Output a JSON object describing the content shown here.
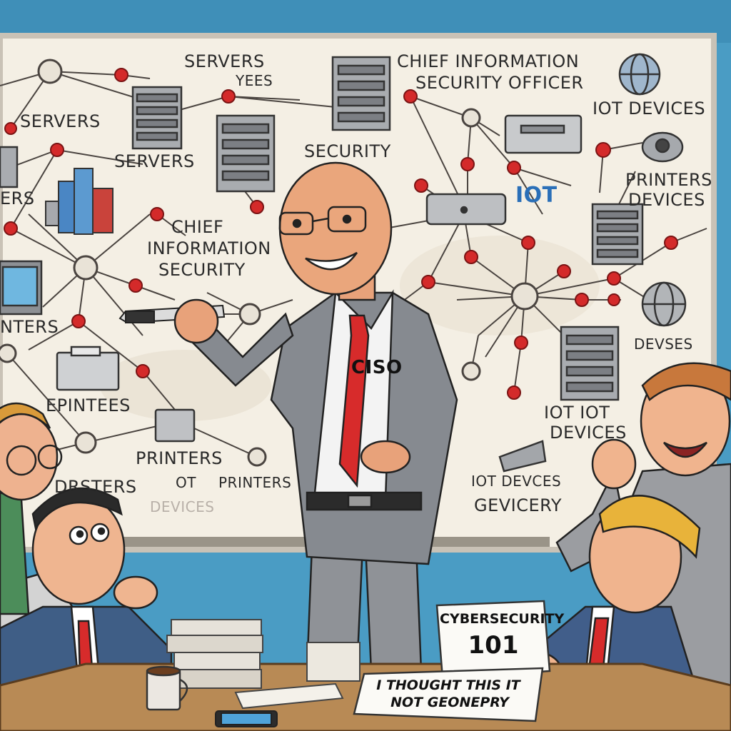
{
  "whiteboard": {
    "labels": {
      "servers_top": "SERVERS",
      "yees": "YEES",
      "ciso_title_1": "CHIEF INFORMATION",
      "ciso_title_2": "SECURITY OFFICER",
      "servers_left": "SERVERS",
      "servers_mid": "SERVERS",
      "security": "SECURITY",
      "iot_devices_top": "IOT DEVICES",
      "iot": "IOT",
      "printers_devices_1": "PRINTERS",
      "printers_devices_2": "DEVICES",
      "ers": "ERS",
      "chief_1": "CHIEF",
      "chief_2": "INFORMATION",
      "chief_3": "SECURITY",
      "nters": "NTERS",
      "devses": "DEVSES",
      "epintees": "EPINTEES",
      "iot_iot_1": "IOT IOT",
      "iot_iot_2": "DEVICES",
      "printers_mid": "PRINTERS",
      "drsters": "DRSTERS",
      "ot": "OT",
      "printers_low": "PRINTERS",
      "devices_faint": "DEVICES",
      "iot_devces": "IOT DEVCES",
      "gevicery": "GEVICERY"
    }
  },
  "presenter": {
    "shirt_label": "CISO"
  },
  "sign": {
    "line1": "CYBERSECURITY",
    "line2": "101"
  },
  "caption": {
    "line1": "I THOUGHT THIS IT",
    "line2": "NOT GEONEPRY"
  },
  "colors": {
    "wall": "#4a9cc4",
    "board": "#f4efe4",
    "pin": "#d42a2a",
    "tie": "#d72b2b",
    "suit": "#8a8d93",
    "table": "#b88a55"
  }
}
